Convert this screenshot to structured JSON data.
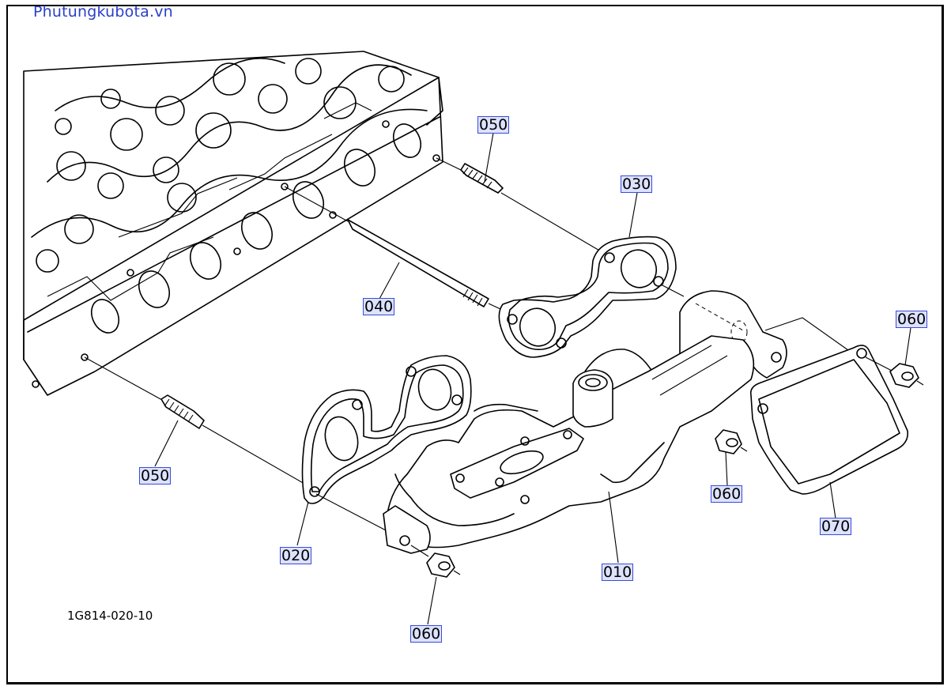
{
  "watermark": "Phutungkubota.vn",
  "figure_code": "1G814-020-10",
  "callouts": {
    "c010": "010",
    "c020": "020",
    "c030": "030",
    "c040": "040",
    "c050_top": "050",
    "c050_left": "050",
    "c060_right": "060",
    "c060_mid": "060",
    "c060_bottom": "060",
    "c070": "070"
  },
  "colors": {
    "callout_fill": "#dde2ff",
    "callout_border": "#3a4bd8",
    "watermark": "#2b3fc8"
  }
}
